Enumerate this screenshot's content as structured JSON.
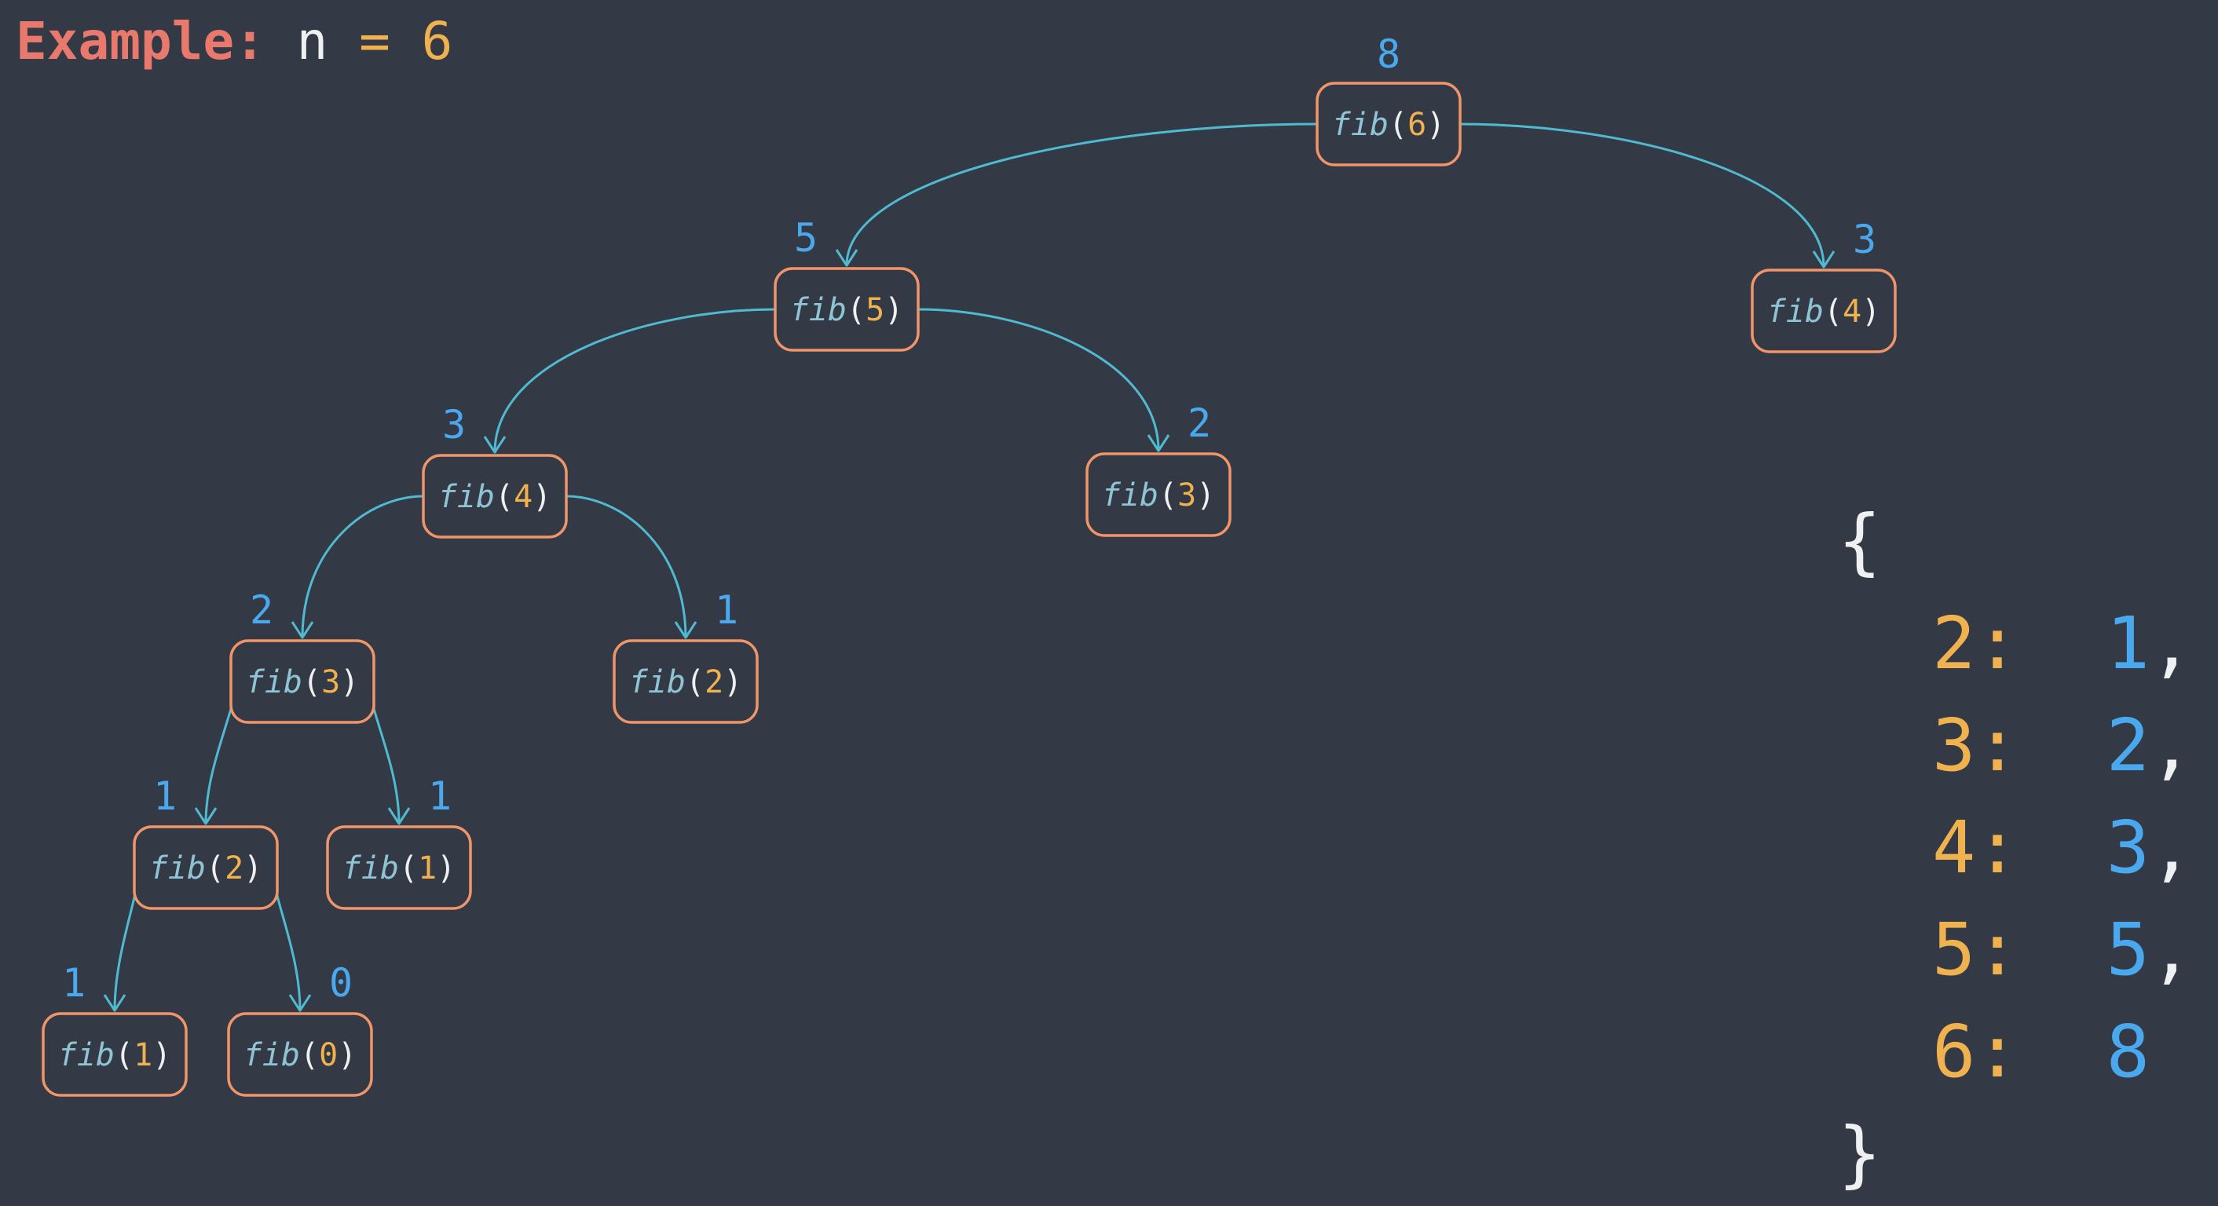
{
  "heading": {
    "label": "Example:",
    "variable": "n",
    "operator": "=",
    "value": "6"
  },
  "colors": {
    "background": "#343a45",
    "node_border": "#f0956a",
    "edge": "#4fbad0",
    "result": "#4aa8ee",
    "argument": "#f0b24e",
    "heading_label": "#e8796c"
  },
  "tree": {
    "nodes": [
      {
        "id": "n1",
        "func": "fib",
        "arg": "6",
        "result": "8"
      },
      {
        "id": "n2",
        "func": "fib",
        "arg": "5",
        "result": "5"
      },
      {
        "id": "n3",
        "func": "fib",
        "arg": "4",
        "result": "3"
      },
      {
        "id": "n4",
        "func": "fib",
        "arg": "4",
        "result": "3"
      },
      {
        "id": "n5",
        "func": "fib",
        "arg": "3",
        "result": "2"
      },
      {
        "id": "n6",
        "func": "fib",
        "arg": "3",
        "result": "2"
      },
      {
        "id": "n7",
        "func": "fib",
        "arg": "2",
        "result": "1"
      },
      {
        "id": "n8",
        "func": "fib",
        "arg": "2",
        "result": "1"
      },
      {
        "id": "n9",
        "func": "fib",
        "arg": "1",
        "result": "1"
      },
      {
        "id": "n10",
        "func": "fib",
        "arg": "1",
        "result": "1"
      },
      {
        "id": "n11",
        "func": "fib",
        "arg": "0",
        "result": "0"
      }
    ],
    "edges": [
      {
        "from": "n1",
        "to": "n2"
      },
      {
        "from": "n1",
        "to": "n3"
      },
      {
        "from": "n2",
        "to": "n4"
      },
      {
        "from": "n2",
        "to": "n5"
      },
      {
        "from": "n4",
        "to": "n6"
      },
      {
        "from": "n4",
        "to": "n7"
      },
      {
        "from": "n6",
        "to": "n8"
      },
      {
        "from": "n6",
        "to": "n9"
      },
      {
        "from": "n8",
        "to": "n10"
      },
      {
        "from": "n8",
        "to": "n11"
      }
    ]
  },
  "memo": {
    "open": "{",
    "close": "}",
    "entries": [
      {
        "key": "2",
        "value": "1",
        "sep": ":",
        "comma": ","
      },
      {
        "key": "3",
        "value": "2",
        "sep": ":",
        "comma": ","
      },
      {
        "key": "4",
        "value": "3",
        "sep": ":",
        "comma": ","
      },
      {
        "key": "5",
        "value": "5",
        "sep": ":",
        "comma": ","
      },
      {
        "key": "6",
        "value": "8",
        "sep": ":",
        "comma": ""
      }
    ]
  }
}
